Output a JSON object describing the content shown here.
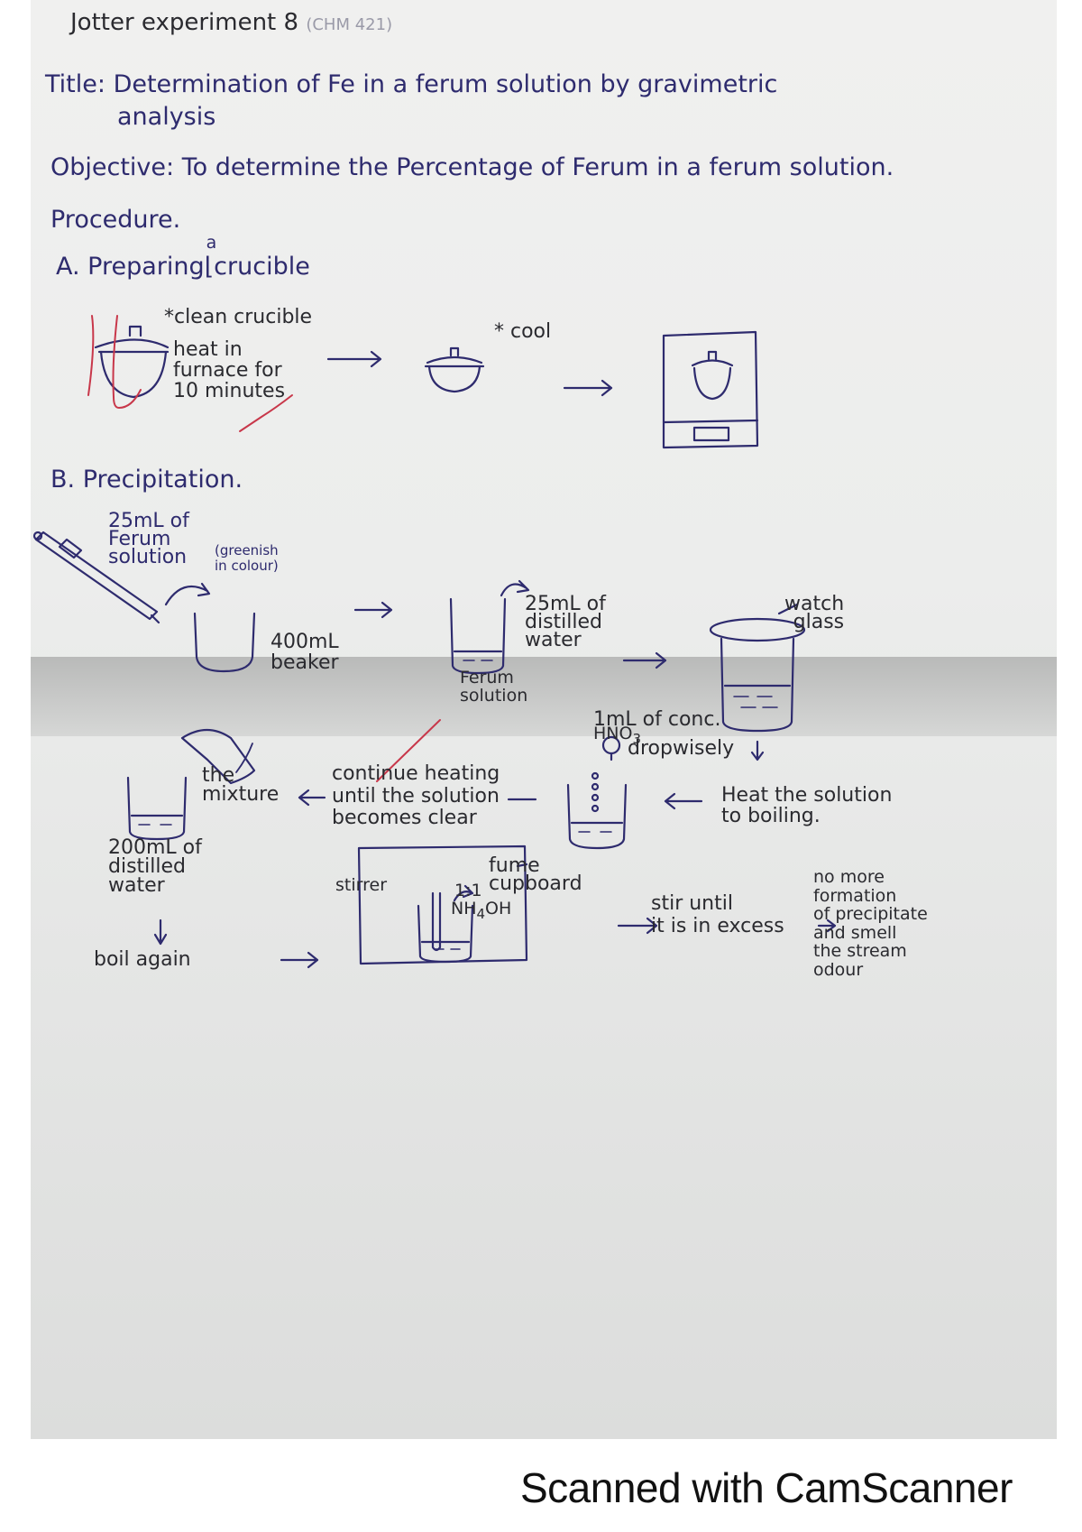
{
  "header": {
    "experiment": "Jotter experiment 8",
    "code": "(CHM 421)"
  },
  "title": {
    "label": "Title:",
    "line1": "Determination of Fe in a ferum solution by gravimetric",
    "line2": "analysis"
  },
  "objective": {
    "label": "Objective:",
    "text": "To determine the Percentage of Ferum in a ferum solution."
  },
  "procedure_label": "Procedure.",
  "section_a": {
    "heading_prefix": "A. Preparing",
    "heading_insert": "a",
    "heading_suffix": "crucible",
    "clean_crucible": "*clean crucible",
    "heat_furnace": "heat in\nfurnace for\n10 minutes",
    "cool": "* cool"
  },
  "section_b": {
    "heading": "B. Precipitation.",
    "ferum_25ml": "25mL of\nFerum\nsolution",
    "greenish": "(greenish\nin colour)",
    "beaker_400": "400mL\nbeaker",
    "water_25ml": "25mL of\ndistilled\nwater",
    "ferum_solution": "Ferum\nsolution",
    "watch_glass": "watch\nglass",
    "hno3_amount": "1mL of conc.",
    "hno3": "HNO",
    "hno3_sub": "3",
    "dropwisely": "dropwisely",
    "heat_boiling": "Heat the solution\nto boiling.",
    "continue_heating": "continue heating\nuntil the solution\nbecomes clear",
    "the_mixture": "the\nmixture",
    "water_200ml": "200mL of\ndistilled\nwater",
    "boil_again": "boil again",
    "fume_cupboard": "fume\ncupboard",
    "stirrer": "stirrer",
    "ratio": "1:1",
    "nh4oh": "NH",
    "nh4oh_sub": "4",
    "nh4oh_suffix": "OH",
    "stir_until": "stir until\nit is in excess",
    "no_more": "no more\nformation\nof precipitate\nand smell\nthe stream\nodour"
  },
  "footer": {
    "text": "Scanned with CamScanner"
  },
  "colors": {
    "ink_blue": "#2e2b6e",
    "ink_black": "#2a2a2f",
    "ink_red": "#c8374a"
  }
}
